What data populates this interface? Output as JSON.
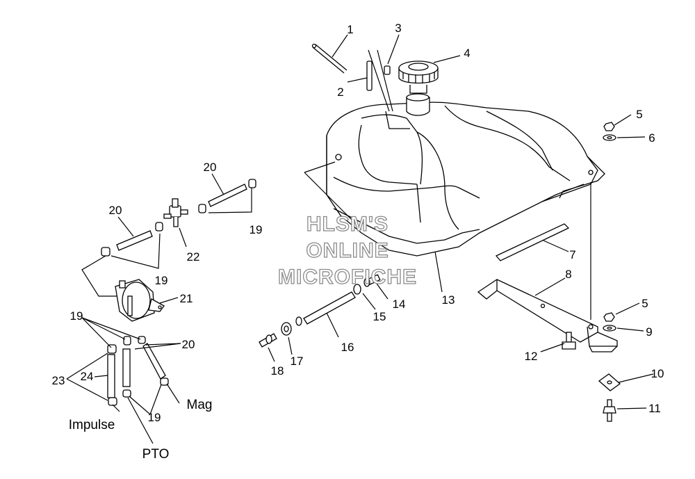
{
  "watermark": [
    "HLSM'S",
    "ONLINE",
    "MICROFICHE"
  ],
  "callouts": [
    "1",
    "2",
    "3",
    "4",
    "5",
    "6",
    "7",
    "8",
    "5",
    "9",
    "10",
    "11",
    "12",
    "13",
    "14",
    "15",
    "16",
    "17",
    "18",
    "19",
    "19",
    "19",
    "19",
    "20",
    "20",
    "20",
    "21",
    "22",
    "23",
    "24"
  ],
  "labels": {
    "impulse": "Impulse",
    "pto": "PTO",
    "mag": "Mag"
  },
  "colors": {
    "line": "#000000",
    "background": "#ffffff",
    "watermark_outline": "#8a8a8a"
  }
}
